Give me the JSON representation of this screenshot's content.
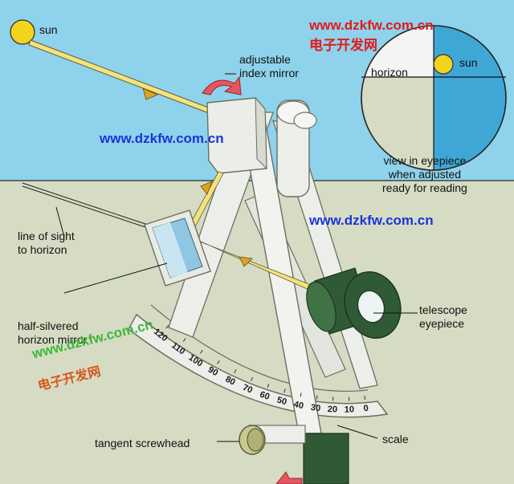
{
  "labels": {
    "sun": "sun",
    "adjustable_index_mirror": "adjustable\nindex mirror",
    "horizon": "horizon",
    "eyepiece_sun": "sun",
    "view_in_eyepiece": "view in eyepiece\nwhen adjusted\nready for reading",
    "line_of_sight": "line of sight\nto horizon",
    "half_silvered_mirror": "half-silvered\nhorizon mirror",
    "telescope_eyepiece": "telescope\neyepiece",
    "tangent_screwhead": "tangent screwhead",
    "scale": "scale"
  },
  "scale_ticks": [
    "0",
    "10",
    "20",
    "30",
    "40",
    "50",
    "60",
    "70",
    "80",
    "90",
    "100",
    "110",
    "120"
  ],
  "watermarks": {
    "url": "www.dzkfw.com.cn",
    "cn": "电子开发网"
  },
  "colors": {
    "sky": "#8ed2ec",
    "ground": "#d5dcc3",
    "frame": "#eceeea",
    "frame_outline": "#6b6f62",
    "light_ray": "#f5e27a",
    "sun": "#f2d41c",
    "arrow": "#e8555f",
    "eyepiece_sea": "#3fa7d6",
    "telescope": "#2f5a35"
  }
}
